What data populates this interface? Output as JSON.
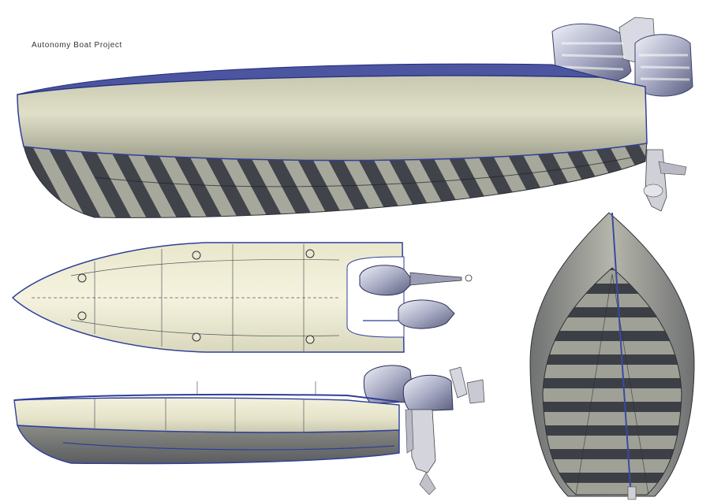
{
  "sheet": {
    "title": "Autonomy Boat Project"
  },
  "colors": {
    "hull_light": "#dcdcc4",
    "hull_mid": "#b8b8a2",
    "hull_dark": "#4a4c52",
    "stripe_light": "#a9aa9e",
    "stripe_dark": "#3f4148",
    "edge_blue": "#2f3f9a",
    "deck_cream": "#f1efd6",
    "engine_grey": "#c7c9d6"
  },
  "views": [
    {
      "name": "perspective"
    },
    {
      "name": "plan"
    },
    {
      "name": "side-elevation"
    },
    {
      "name": "bow"
    }
  ]
}
